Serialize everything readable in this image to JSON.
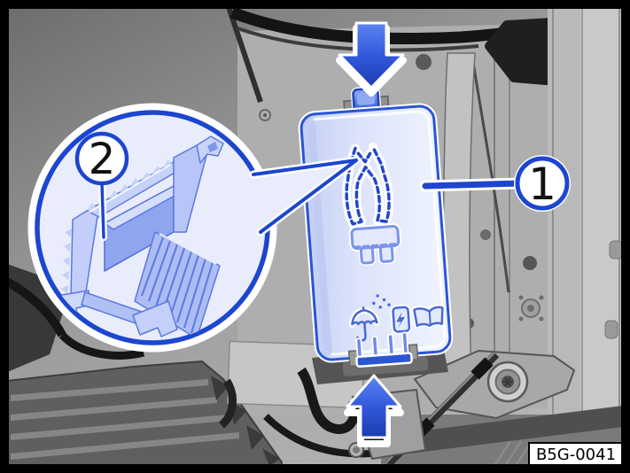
{
  "figure": {
    "code": "B5G-0041",
    "callouts": {
      "cover": {
        "number": "1",
        "target": "fuse-box-cover"
      },
      "clip": {
        "number": "2",
        "target": "retaining-clip"
      }
    },
    "colors": {
      "highlight_blue": "#1c46d0",
      "cover_border_blue": "#2b55d6",
      "cover_fill_light": "#dde4fb",
      "inset_fill": "#e9edfb",
      "arrow_blue_top": "#5d84f2",
      "arrow_blue_bottom": "#1c3cb0",
      "background_gray": "#9c9c9c",
      "frame_black": "#000000"
    },
    "icons": [
      "press-down-arrow-icon",
      "press-up-arrow-icon",
      "pliers-icon",
      "fuse-puller-icon",
      "umbrella-rain-icon",
      "fuse-lightning-icon",
      "owners-manual-book-icon"
    ]
  }
}
